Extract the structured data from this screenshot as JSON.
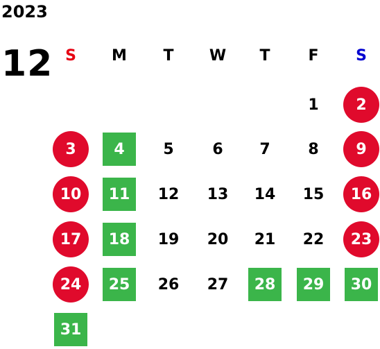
{
  "year": "2023",
  "month": "12",
  "colors": {
    "sunday_text": "#e60012",
    "saturday_text": "#0000d0",
    "weekend_circle": "#e00a2c",
    "holiday_square": "#3bb54a"
  },
  "weekdays": [
    {
      "label": "S",
      "kind": "sun"
    },
    {
      "label": "M",
      "kind": "normal"
    },
    {
      "label": "T",
      "kind": "normal"
    },
    {
      "label": "W",
      "kind": "normal"
    },
    {
      "label": "T",
      "kind": "normal"
    },
    {
      "label": "F",
      "kind": "normal"
    },
    {
      "label": "S",
      "kind": "sat"
    }
  ],
  "weeks": [
    [
      null,
      null,
      null,
      null,
      null,
      {
        "d": "1",
        "style": "plain"
      },
      {
        "d": "2",
        "style": "circle"
      }
    ],
    [
      {
        "d": "3",
        "style": "circle"
      },
      {
        "d": "4",
        "style": "square"
      },
      {
        "d": "5",
        "style": "plain"
      },
      {
        "d": "6",
        "style": "plain"
      },
      {
        "d": "7",
        "style": "plain"
      },
      {
        "d": "8",
        "style": "plain"
      },
      {
        "d": "9",
        "style": "circle"
      }
    ],
    [
      {
        "d": "10",
        "style": "circle"
      },
      {
        "d": "11",
        "style": "square"
      },
      {
        "d": "12",
        "style": "plain"
      },
      {
        "d": "13",
        "style": "plain"
      },
      {
        "d": "14",
        "style": "plain"
      },
      {
        "d": "15",
        "style": "plain"
      },
      {
        "d": "16",
        "style": "circle"
      }
    ],
    [
      {
        "d": "17",
        "style": "circle"
      },
      {
        "d": "18",
        "style": "square"
      },
      {
        "d": "19",
        "style": "plain"
      },
      {
        "d": "20",
        "style": "plain"
      },
      {
        "d": "21",
        "style": "plain"
      },
      {
        "d": "22",
        "style": "plain"
      },
      {
        "d": "23",
        "style": "circle"
      }
    ],
    [
      {
        "d": "24",
        "style": "circle"
      },
      {
        "d": "25",
        "style": "square"
      },
      {
        "d": "26",
        "style": "plain"
      },
      {
        "d": "27",
        "style": "plain"
      },
      {
        "d": "28",
        "style": "square"
      },
      {
        "d": "29",
        "style": "square"
      },
      {
        "d": "30",
        "style": "square"
      }
    ],
    [
      {
        "d": "31",
        "style": "square"
      },
      null,
      null,
      null,
      null,
      null,
      null
    ]
  ]
}
